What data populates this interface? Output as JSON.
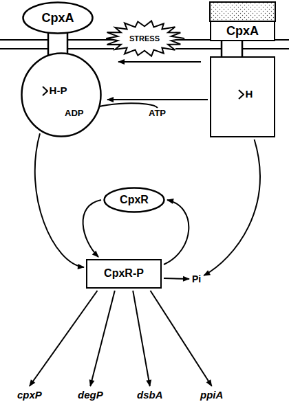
{
  "diagram": {
    "nodes": [
      {
        "text": [
          "CpxA"
        ]
      },
      {
        "text": [
          "STRESS"
        ]
      },
      {
        "text": [
          "CpxA"
        ]
      },
      {
        "text": [
          "H-P"
        ]
      },
      {
        "text": [
          "H"
        ]
      },
      {
        "text": [
          "ADP"
        ]
      },
      {
        "text": [
          "ATP"
        ]
      },
      {
        "text": [
          "CpxR"
        ]
      },
      {
        "text": [
          "CpxR-P"
        ]
      },
      {
        "text": [
          "Pi"
        ]
      },
      {
        "text": [
          "cpxP"
        ]
      },
      {
        "text": [
          "degP"
        ]
      },
      {
        "text": [
          "dsbA"
        ]
      },
      {
        "text": [
          "ppiA"
        ]
      }
    ],
    "edges": [
      {
        "from": 4,
        "to": 3,
        "arrow": "to"
      },
      {
        "from": 6,
        "to": 5,
        "arrow": "to"
      },
      {
        "from": 3,
        "to": 8,
        "arrow": "to"
      },
      {
        "from": 4,
        "to": 9,
        "arrow": "to"
      },
      {
        "from": 7,
        "to": 8,
        "arrow": "to"
      },
      {
        "from": 8,
        "to": 7,
        "arrow": "to"
      },
      {
        "from": 8,
        "to": 9,
        "arrow": "to"
      },
      {
        "from": 8,
        "to": 10,
        "arrow": "to"
      },
      {
        "from": 8,
        "to": 11,
        "arrow": "to"
      },
      {
        "from": 8,
        "to": 12,
        "arrow": "to"
      },
      {
        "from": 8,
        "to": 13,
        "arrow": "to"
      }
    ]
  }
}
